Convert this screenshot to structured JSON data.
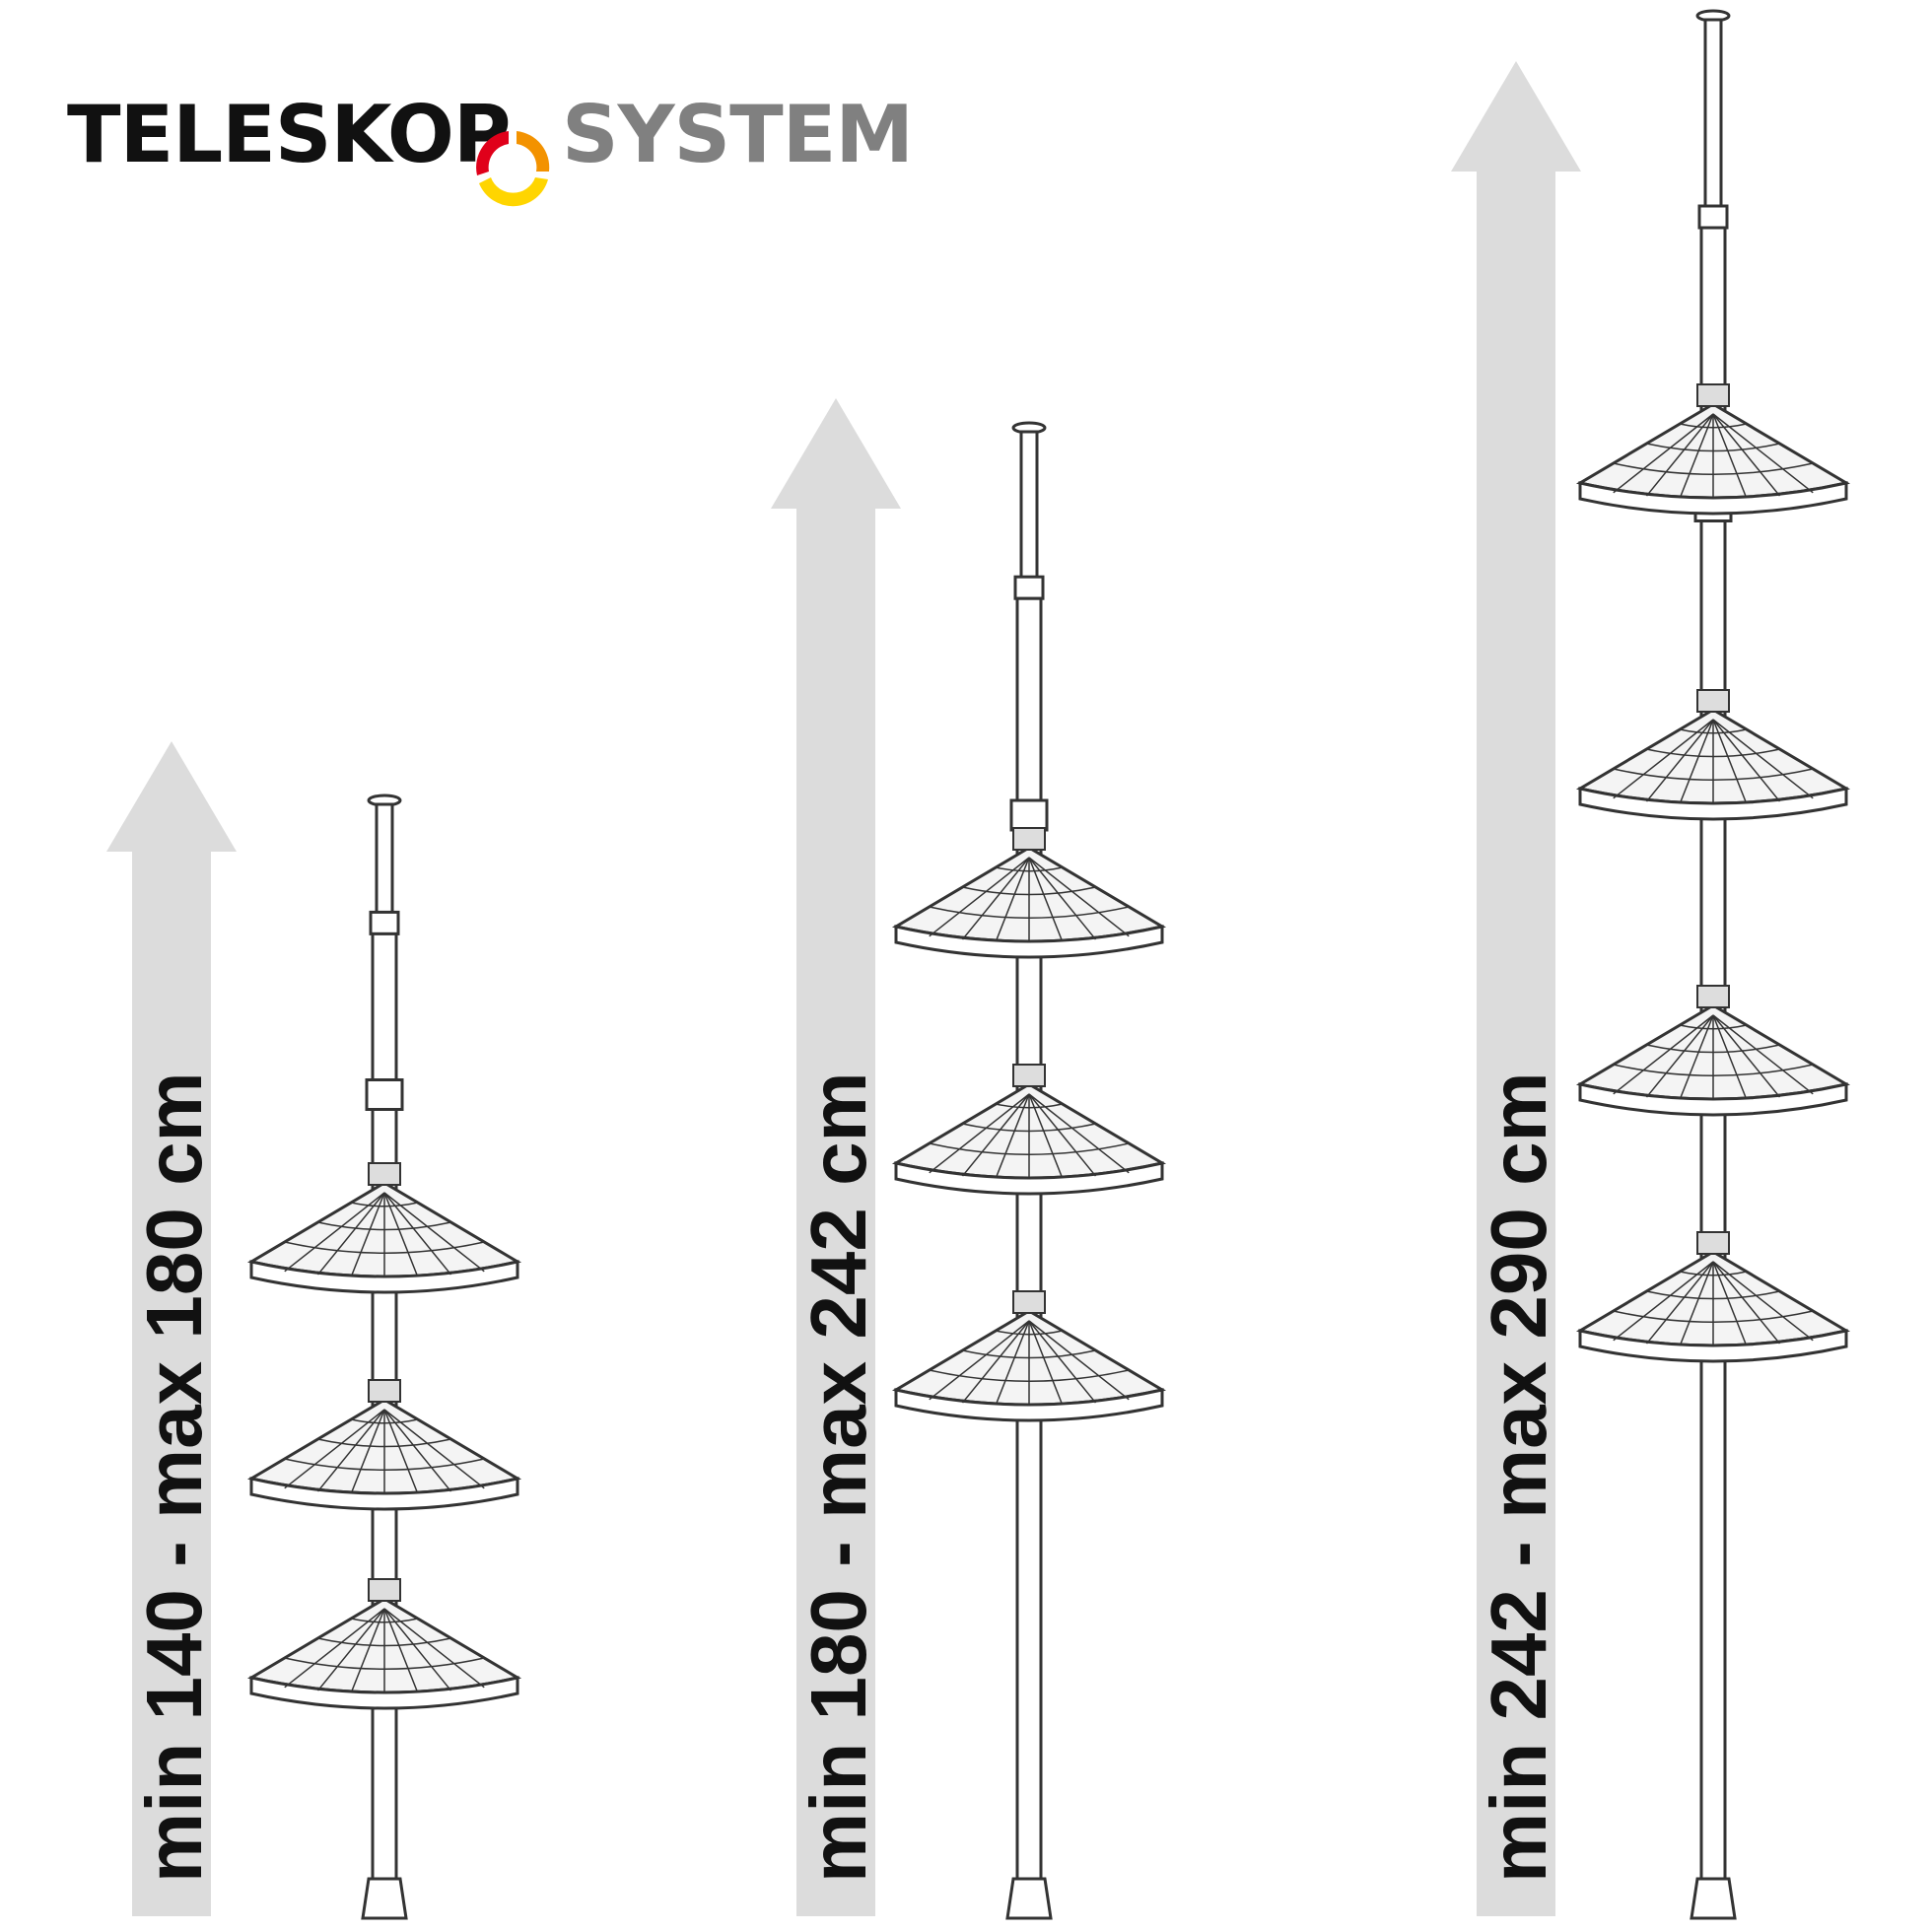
{
  "logo": {
    "word_left": "TELESKOP",
    "word_right": "SYSTEM",
    "colors": {
      "left_text": "#111111",
      "right_text": "#808080",
      "ring_red": "#e0001a",
      "ring_orange": "#f39200",
      "ring_yellow": "#ffd500"
    },
    "icon": "tricolor-ring-icon"
  },
  "colors": {
    "arrow": "#dcdcdc",
    "line": "#333333",
    "pole_fill": "#ffffff"
  },
  "ranges": [
    {
      "label": "min 140 - max 180 cm",
      "shelves": 3
    },
    {
      "label": "min 180 - max 242 cm",
      "shelves": 3
    },
    {
      "label": "min 242 - max 290 cm",
      "shelves": 4
    }
  ]
}
